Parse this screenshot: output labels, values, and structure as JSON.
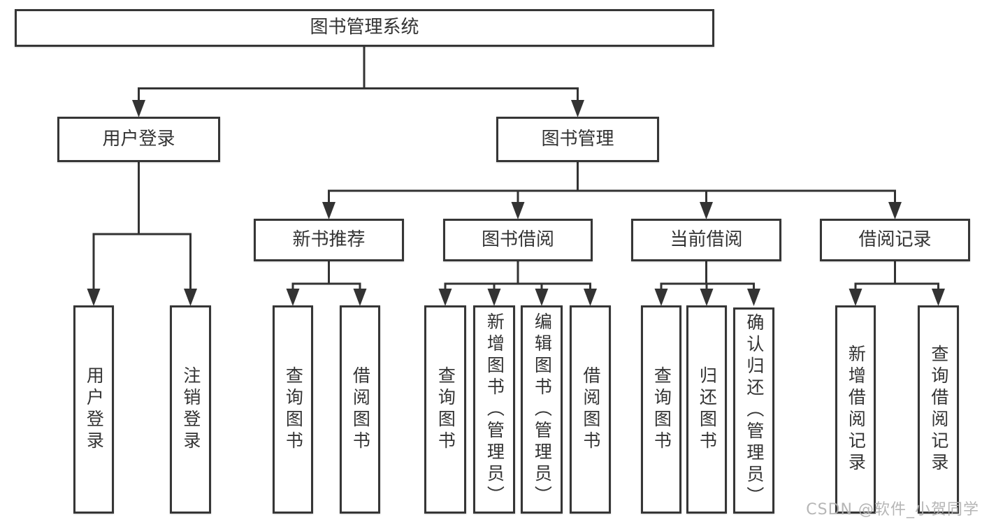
{
  "diagram": {
    "root": {
      "label": "图书管理系统"
    },
    "level2": [
      {
        "label": "用户登录"
      },
      {
        "label": "图书管理"
      }
    ],
    "level3": [
      {
        "label": "新书推荐"
      },
      {
        "label": "图书借阅"
      },
      {
        "label": "当前借阅"
      },
      {
        "label": "借阅记录"
      }
    ],
    "leaves": {
      "user_login": [
        "用户登录",
        "注销登录"
      ],
      "new_book_recommendation": [
        "查询图书",
        "借阅图书"
      ],
      "book_borrowing": [
        "查询图书",
        "新增图书（管理员）",
        "编辑图书（管理员）",
        "借阅图书"
      ],
      "current_borrowing": [
        "查询图书",
        "归还图书",
        "确认归还（管理员）"
      ],
      "borrowing_records": [
        "新增借阅记录",
        "查询借阅记录"
      ]
    }
  },
  "watermark": {
    "text": "CSDN @软件_小贺同学"
  },
  "colors": {
    "line": "#333333",
    "border": "#363636",
    "text": "#333333",
    "box_background": "#ffffff",
    "watermark": "#b0b0b0"
  }
}
